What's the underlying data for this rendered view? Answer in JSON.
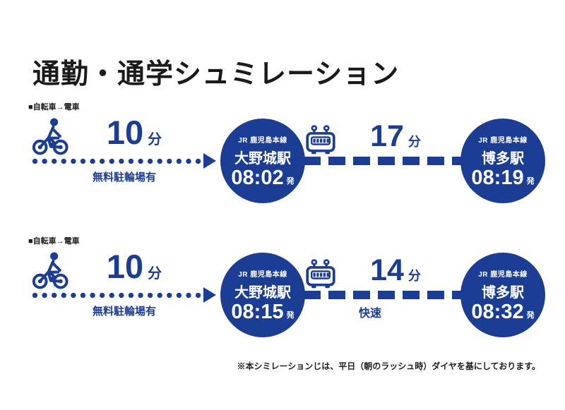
{
  "page": {
    "title": "通勤・通学シュミレーション",
    "footnote": "※本シミレーションじは、平日（朝のラッシュ時）ダイヤを基にしております。"
  },
  "colors": {
    "brand_blue": "#1c3d94",
    "text_dark": "#1a1a1a",
    "circle_text": "#ffffff"
  },
  "icons": {
    "bicycle": "bicycle-icon",
    "train": "train-icon",
    "arrow": "arrow-right-icon"
  },
  "rows": [
    {
      "section_label": "■自転車→電車",
      "bike_leg": {
        "duration_value": "10",
        "duration_unit": "分",
        "note": "無料駐輪場有"
      },
      "origin": {
        "line": "JR 鹿児島本線",
        "station": "大野城駅",
        "time": "08:02",
        "time_suffix": "発"
      },
      "train_leg": {
        "duration_value": "17",
        "duration_unit": "分",
        "note": ""
      },
      "destination": {
        "line": "JR 鹿児島本線",
        "station": "博多駅",
        "time": "08:19",
        "time_suffix": "発"
      }
    },
    {
      "section_label": "■自転車→電車",
      "bike_leg": {
        "duration_value": "10",
        "duration_unit": "分",
        "note": "無料駐輪場有"
      },
      "origin": {
        "line": "JR 鹿児島本線",
        "station": "大野城駅",
        "time": "08:15",
        "time_suffix": "発"
      },
      "train_leg": {
        "duration_value": "14",
        "duration_unit": "分",
        "note": "快速"
      },
      "destination": {
        "line": "JR 鹿児島本線",
        "station": "博多駅",
        "time": "08:32",
        "time_suffix": "発"
      }
    }
  ]
}
